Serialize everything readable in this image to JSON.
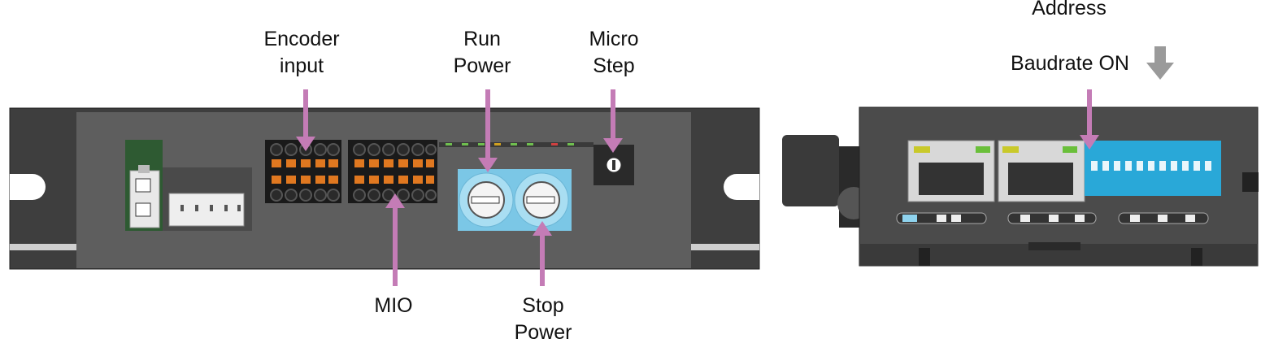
{
  "labels": {
    "encoder": {
      "line1": "Encoder",
      "line2": "input"
    },
    "run_power": {
      "line1": "Run",
      "line2": "Power"
    },
    "micro_step": {
      "line1": "Micro",
      "line2": "Step"
    },
    "mio": "MIO",
    "stop_power": {
      "line1": "Stop",
      "line2": "Power"
    },
    "address": "Address",
    "baudrate": "Baudrate ON"
  },
  "colors": {
    "arrow": "#c47cb6",
    "gray_arrow": "#9a9a9a",
    "device_dark": "#4a4a4a",
    "device_plate": "#5c5c5c",
    "terminal_orange": "#e07820",
    "dial_blue": "#8fd3ee",
    "dip_blue": "#29a8d8"
  }
}
